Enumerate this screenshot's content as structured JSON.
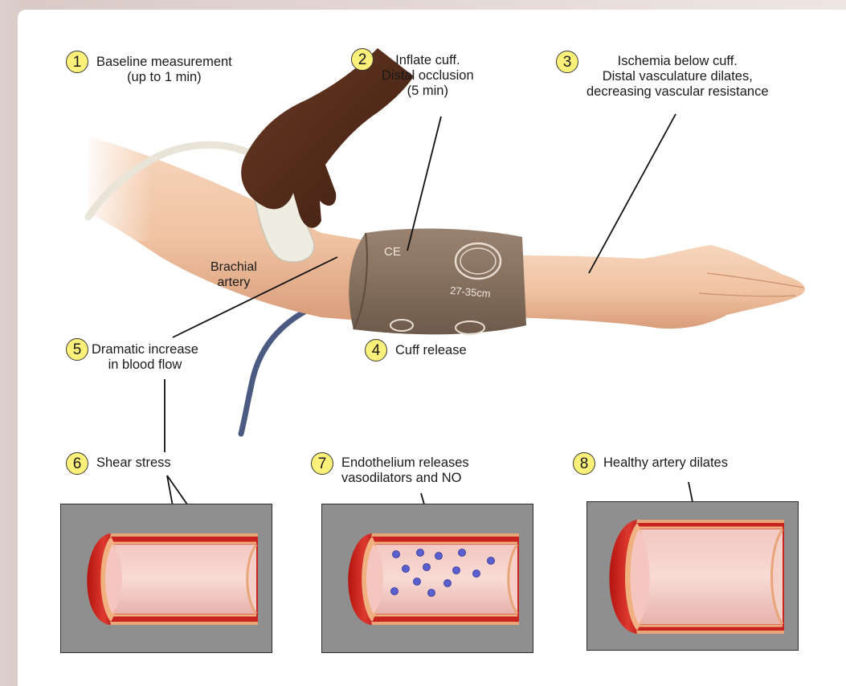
{
  "steps": [
    {
      "num": "1",
      "lines": [
        "Baseline measurement",
        "(up to 1 min)"
      ]
    },
    {
      "num": "2",
      "lines": [
        "Inflate cuff.",
        "Distal occlusion",
        "(5 min)"
      ]
    },
    {
      "num": "3",
      "lines": [
        "Ischemia below cuff.",
        "Distal vasculature dilates,",
        "decreasing vascular resistance"
      ]
    },
    {
      "num": "4",
      "lines": [
        "Cuff release"
      ]
    },
    {
      "num": "5",
      "lines": [
        "Dramatic increase",
        "in blood flow"
      ]
    },
    {
      "num": "6",
      "lines": [
        "Shear stress"
      ]
    },
    {
      "num": "7",
      "lines": [
        "Endothelium releases",
        "vasodilators and NO"
      ]
    },
    {
      "num": "8",
      "lines": [
        "Healthy artery dilates"
      ]
    }
  ],
  "arm_labels": {
    "brachial": [
      "Brachial",
      "artery"
    ]
  },
  "cuff": {
    "ce_mark": "CE",
    "size_text": "27-35cm"
  },
  "colors": {
    "badge_fill": "#fbf07a",
    "skin": "#f2c8a8",
    "cuff": "#8a725f",
    "vessel_red": "#c8231f",
    "panel_bg": "#8f8f8f",
    "no_molecule": "#5a5fd0"
  }
}
